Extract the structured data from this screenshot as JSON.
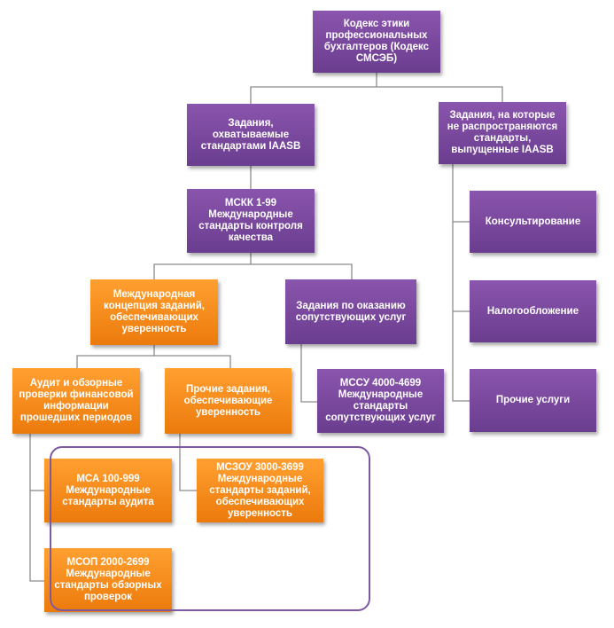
{
  "colors": {
    "purple": "#7a4ba0",
    "orange": "#f58a1f",
    "connector": "#8c8c8c",
    "frame": "#7d5aa0"
  },
  "nodes": {
    "code": "Кодекс этики профессиональных бухгалтеров (Кодекс СМСЭБ)",
    "iaasb": "Задания, охватываемые стандартами IAASB",
    "non_iaasb": "Задания, на которые не распространяются стандарты, выпущенные IAASB",
    "isqc": "МСКК 1-99 Международные стандарты контроля качества",
    "consulting": "Консультирование",
    "taxation": "Налогообложение",
    "other_services": "Прочие услуги",
    "framework": "Международная концепция заданий, обеспечивающих уверенность",
    "related": "Задания по оказанию сопутствующих услуг",
    "audit_review": "Аудит и обзорные проверки финансовой информации прошедших периодов",
    "other_assurance": "Прочие задания, обеспечивающие уверенность",
    "isrs_code": "МССУ 4000-4699",
    "isrs_name": "Международные стандарты сопутствующих услуг",
    "isa_code": "МСА 100-999",
    "isa_name": "Международные стандарты аудита",
    "isae_code": "МСЗОУ 3000-3699",
    "isae_name": "Международные стандарты заданий, обеспечивающих уверенность",
    "isre_code": "МСОП 2000-2699",
    "isre_name": "Международные стандарты обзорных проверок"
  }
}
